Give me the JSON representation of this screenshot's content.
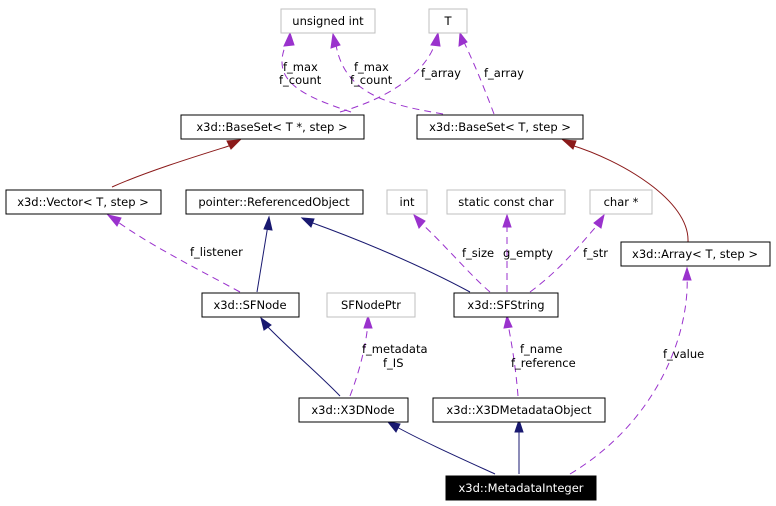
{
  "nodes": {
    "unsigned_int": "unsigned int",
    "t": "T",
    "baseset_ptr": "x3d::BaseSet< T *, step >",
    "baseset_t": "x3d::BaseSet< T, step >",
    "vector": "x3d::Vector< T, step >",
    "referenced_object": "pointer::ReferencedObject",
    "int": "int",
    "static_const_char": "static const char",
    "char_ptr": "char *",
    "array": "x3d::Array< T, step >",
    "sfnode": "x3d::SFNode",
    "sfnodeptr": "SFNodePtr",
    "sfstring": "x3d::SFString",
    "x3dnode": "x3d::X3DNode",
    "metadata_object": "x3d::X3DMetadataObject",
    "metadata_integer": "x3d::MetadataInteger"
  },
  "edge_labels": {
    "fmax_fcount_a": [
      "f_max",
      "f_count"
    ],
    "fmax_fcount_b": [
      "f_max",
      "f_count"
    ],
    "farray_a": "f_array",
    "farray_b": "f_array",
    "f_listener": "f_listener",
    "f_size": "f_size",
    "g_empty": "g_empty",
    "f_str": "f_str",
    "f_metadata_is": [
      "f_metadata",
      "f_IS"
    ],
    "f_name_reference": [
      "f_name",
      "f_reference"
    ],
    "f_value": "f_value"
  },
  "colors": {
    "public_inheritance": "#191970",
    "template_instantiation": "#8b1a1a",
    "member_usage": "#9a32cd",
    "external_box_border": "#bfbfbf"
  }
}
